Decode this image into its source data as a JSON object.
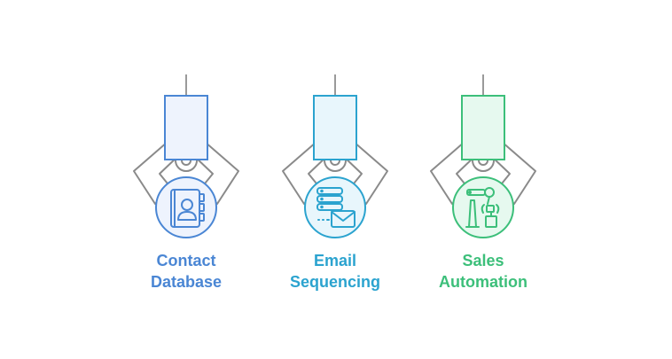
{
  "items": [
    {
      "line1": "Contact",
      "line2": "Database",
      "icon": "address-book-icon",
      "color": "#4a86d4",
      "fill": "#eef3fd"
    },
    {
      "line1": "Email",
      "line2": "Sequencing",
      "icon": "server-mail-icon",
      "color": "#2ba3cf",
      "fill": "#e8f6fc"
    },
    {
      "line1": "Sales",
      "line2": "Automation",
      "icon": "robot-arm-icon",
      "color": "#3cbf7a",
      "fill": "#e6f9ef"
    }
  ]
}
